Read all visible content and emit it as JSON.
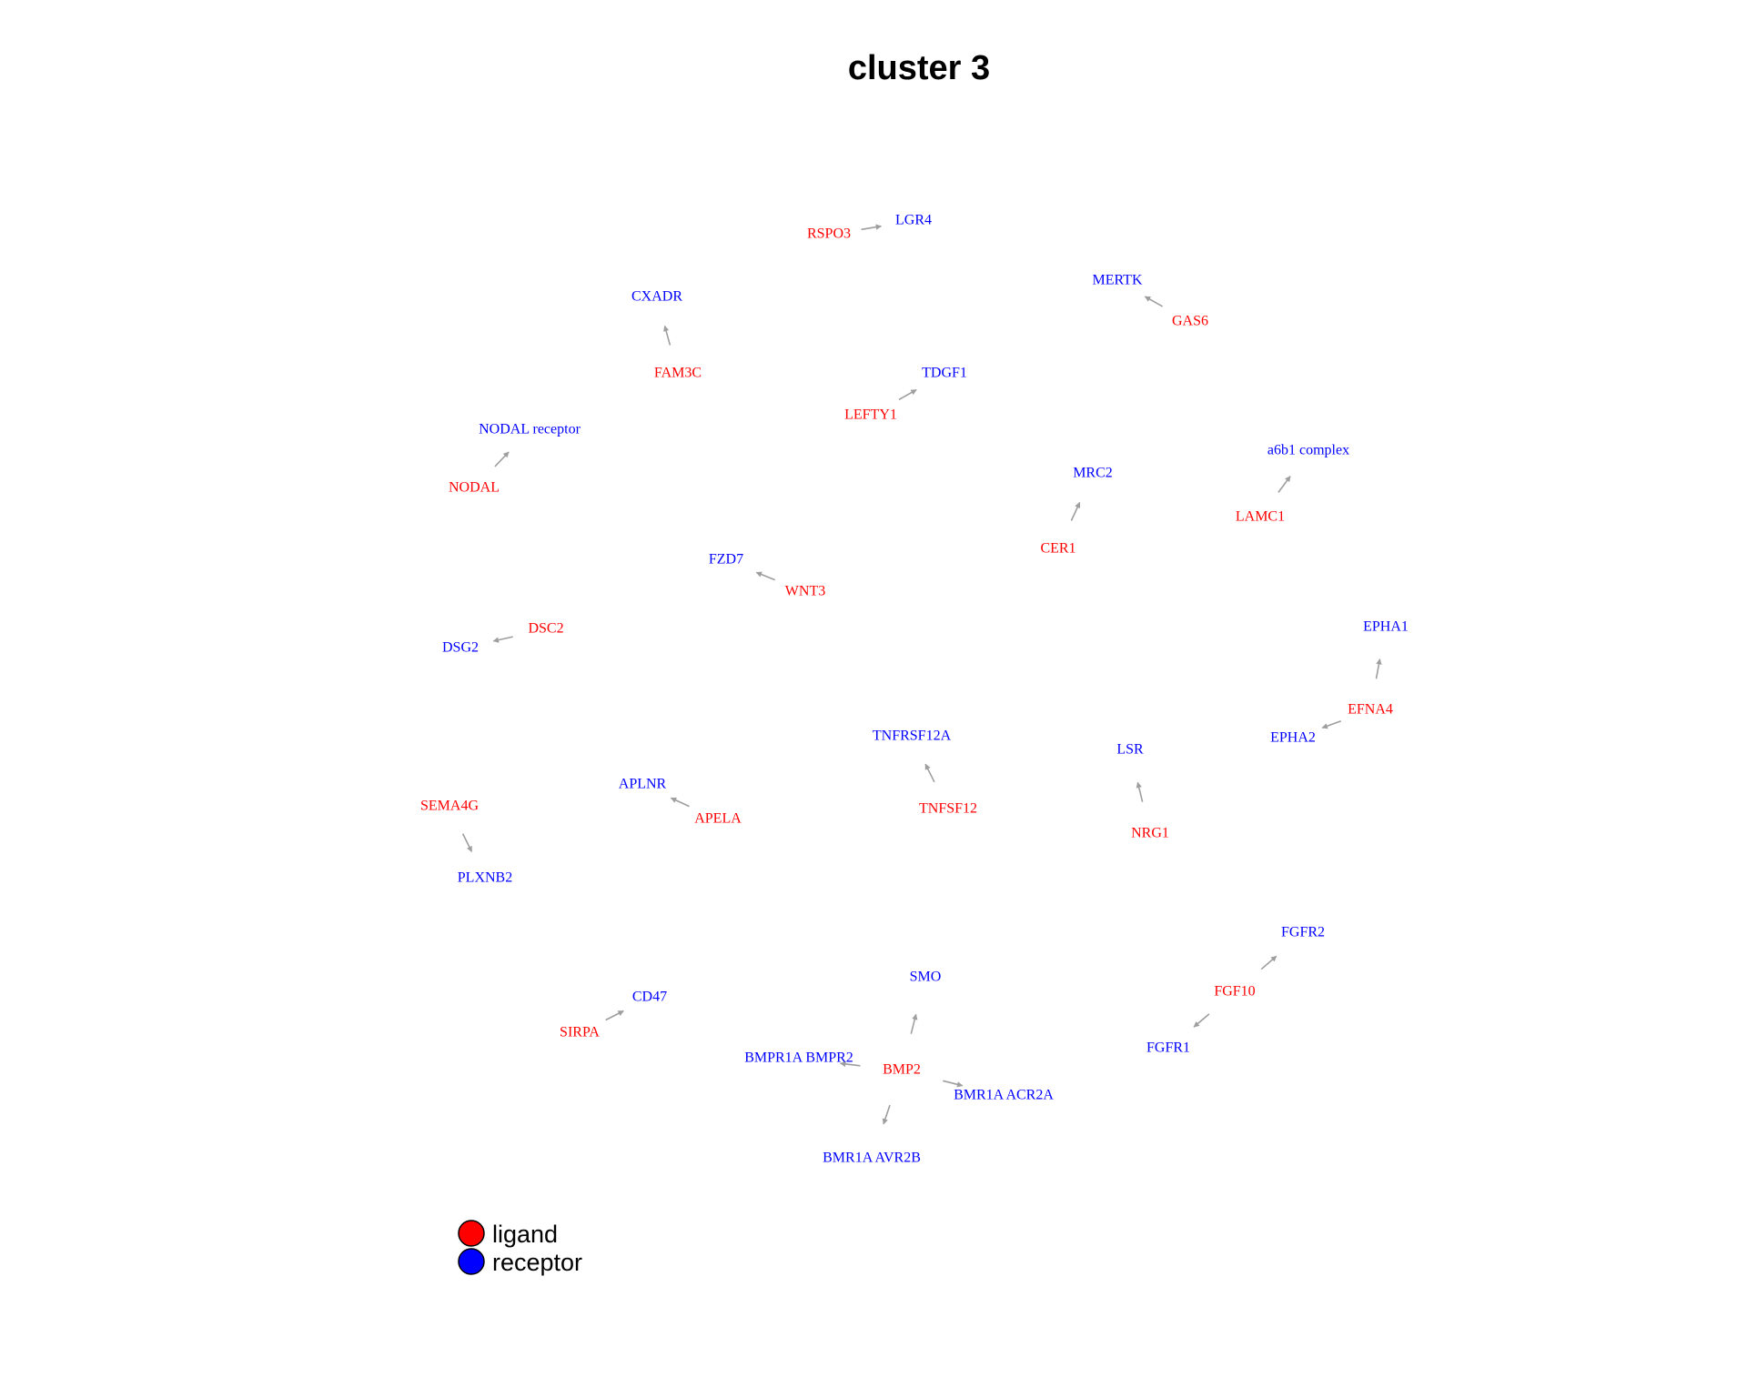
{
  "title": "cluster 3",
  "colors": {
    "ligand": "#ff0000",
    "receptor": "#0000ff",
    "edge": "#9e9e9e"
  },
  "legend": [
    {
      "label": "ligand",
      "role": "ligand"
    },
    {
      "label": "receptor",
      "role": "receptor"
    }
  ],
  "nodes": [
    {
      "id": "RSPO3",
      "label": "RSPO3",
      "role": "ligand"
    },
    {
      "id": "LGR4",
      "label": "LGR4",
      "role": "receptor"
    },
    {
      "id": "MERTK",
      "label": "MERTK",
      "role": "receptor"
    },
    {
      "id": "GAS6",
      "label": "GAS6",
      "role": "ligand"
    },
    {
      "id": "CXADR",
      "label": "CXADR",
      "role": "receptor"
    },
    {
      "id": "FAM3C",
      "label": "FAM3C",
      "role": "ligand"
    },
    {
      "id": "TDGF1",
      "label": "TDGF1",
      "role": "receptor"
    },
    {
      "id": "LEFTY1",
      "label": "LEFTY1",
      "role": "ligand"
    },
    {
      "id": "NODAL_receptor",
      "label": "NODAL receptor",
      "role": "receptor"
    },
    {
      "id": "NODAL",
      "label": "NODAL",
      "role": "ligand"
    },
    {
      "id": "a6b1",
      "label": "a6b1 complex",
      "role": "receptor"
    },
    {
      "id": "LAMC1",
      "label": "LAMC1",
      "role": "ligand"
    },
    {
      "id": "MRC2",
      "label": "MRC2",
      "role": "receptor"
    },
    {
      "id": "CER1",
      "label": "CER1",
      "role": "ligand"
    },
    {
      "id": "FZD7",
      "label": "FZD7",
      "role": "receptor"
    },
    {
      "id": "WNT3",
      "label": "WNT3",
      "role": "ligand"
    },
    {
      "id": "DSC2",
      "label": "DSC2",
      "role": "ligand"
    },
    {
      "id": "DSG2",
      "label": "DSG2",
      "role": "receptor"
    },
    {
      "id": "EPHA1",
      "label": "EPHA1",
      "role": "receptor"
    },
    {
      "id": "EFNA4",
      "label": "EFNA4",
      "role": "ligand"
    },
    {
      "id": "EPHA2",
      "label": "EPHA2",
      "role": "receptor"
    },
    {
      "id": "TNFRSF12A",
      "label": "TNFRSF12A",
      "role": "receptor"
    },
    {
      "id": "TNFSF12",
      "label": "TNFSF12",
      "role": "ligand"
    },
    {
      "id": "LSR",
      "label": "LSR",
      "role": "receptor"
    },
    {
      "id": "NRG1",
      "label": "NRG1",
      "role": "ligand"
    },
    {
      "id": "APLNR",
      "label": "APLNR",
      "role": "receptor"
    },
    {
      "id": "APELA",
      "label": "APELA",
      "role": "ligand"
    },
    {
      "id": "SEMA4G",
      "label": "SEMA4G",
      "role": "ligand"
    },
    {
      "id": "PLXNB2",
      "label": "PLXNB2",
      "role": "receptor"
    },
    {
      "id": "FGFR2",
      "label": "FGFR2",
      "role": "receptor"
    },
    {
      "id": "FGF10",
      "label": "FGF10",
      "role": "ligand"
    },
    {
      "id": "FGFR1",
      "label": "FGFR1",
      "role": "receptor"
    },
    {
      "id": "CD47",
      "label": "CD47",
      "role": "receptor"
    },
    {
      "id": "SIRPA",
      "label": "SIRPA",
      "role": "ligand"
    },
    {
      "id": "SMO",
      "label": "SMO",
      "role": "receptor"
    },
    {
      "id": "BMP2",
      "label": "BMP2",
      "role": "ligand"
    },
    {
      "id": "BMPR1A_BMPR2",
      "label": "BMPR1A BMPR2",
      "role": "receptor"
    },
    {
      "id": "BMR1A_ACR2A",
      "label": "BMR1A ACR2A",
      "role": "receptor"
    },
    {
      "id": "BMR1A_AVR2B",
      "label": "BMR1A AVR2B",
      "role": "receptor"
    }
  ],
  "edges": [
    {
      "from": "RSPO3",
      "to": "LGR4"
    },
    {
      "from": "GAS6",
      "to": "MERTK"
    },
    {
      "from": "FAM3C",
      "to": "CXADR"
    },
    {
      "from": "LEFTY1",
      "to": "TDGF1"
    },
    {
      "from": "NODAL",
      "to": "NODAL_receptor"
    },
    {
      "from": "LAMC1",
      "to": "a6b1"
    },
    {
      "from": "CER1",
      "to": "MRC2"
    },
    {
      "from": "WNT3",
      "to": "FZD7"
    },
    {
      "from": "DSC2",
      "to": "DSG2"
    },
    {
      "from": "EFNA4",
      "to": "EPHA1"
    },
    {
      "from": "EFNA4",
      "to": "EPHA2"
    },
    {
      "from": "TNFSF12",
      "to": "TNFRSF12A"
    },
    {
      "from": "NRG1",
      "to": "LSR"
    },
    {
      "from": "APELA",
      "to": "APLNR"
    },
    {
      "from": "SEMA4G",
      "to": "PLXNB2"
    },
    {
      "from": "FGF10",
      "to": "FGFR2"
    },
    {
      "from": "FGF10",
      "to": "FGFR1"
    },
    {
      "from": "SIRPA",
      "to": "CD47"
    },
    {
      "from": "BMP2",
      "to": "SMO"
    },
    {
      "from": "BMP2",
      "to": "BMPR1A_BMPR2"
    },
    {
      "from": "BMP2",
      "to": "BMR1A_ACR2A"
    },
    {
      "from": "BMP2",
      "to": "BMR1A_AVR2B"
    }
  ]
}
